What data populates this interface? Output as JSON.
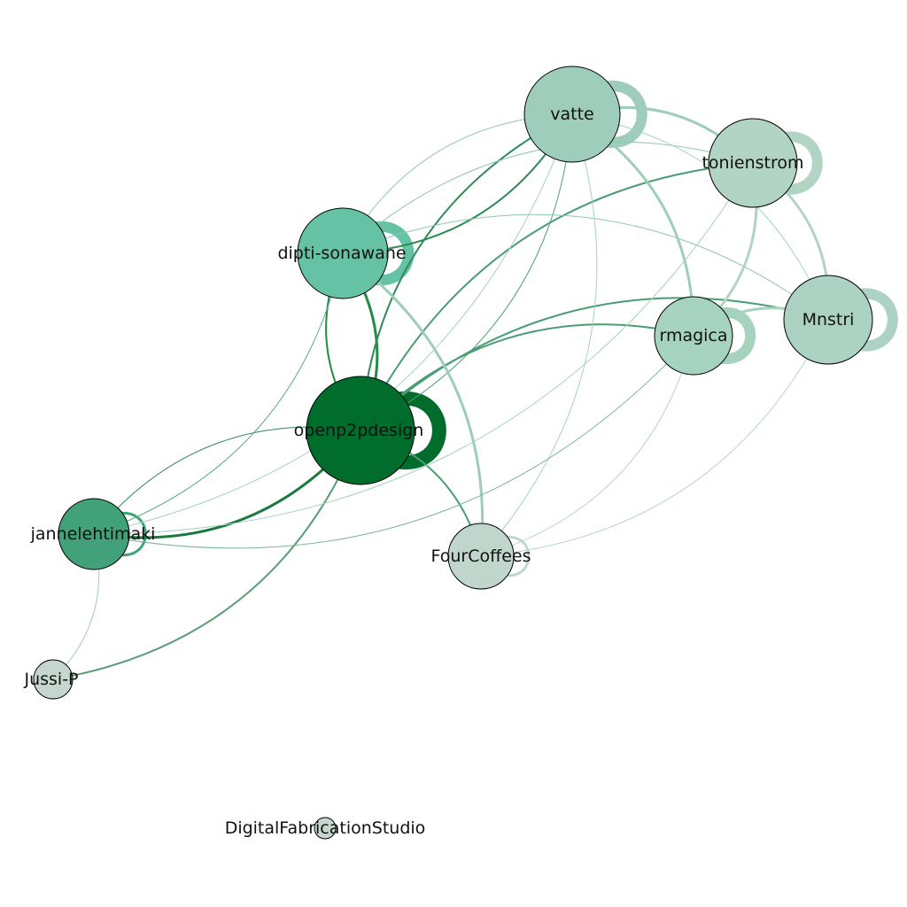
{
  "graph": {
    "type": "network",
    "nodes": [
      {
        "id": "openp2pdesign",
        "label": "openp2pdesign",
        "color": "#006d2c"
      },
      {
        "id": "vatte",
        "label": "vatte",
        "color": "#9fcdbb"
      },
      {
        "id": "tonienstrom",
        "label": "tonienstrom",
        "color": "#b2d4c4"
      },
      {
        "id": "dipti-sonawane",
        "label": "dipti-sonawane",
        "color": "#66c2a4"
      },
      {
        "id": "rmagica",
        "label": "rmagica",
        "color": "#a6d2c0"
      },
      {
        "id": "Mnstri",
        "label": "Mnstri",
        "color": "#acd2c3"
      },
      {
        "id": "jannelehtimaki",
        "label": "jannelehtimaki",
        "color": "#41a179"
      },
      {
        "id": "FourCoffees",
        "label": "FourCoffees",
        "color": "#c0d6cc"
      },
      {
        "id": "Jussi-P",
        "label": "Jussi-P",
        "color": "#c4d6cd"
      },
      {
        "id": "DigitalFabricationStudio",
        "label": "DigitalFabricationStudio",
        "color": "#c4d6cd"
      }
    ],
    "edges": [
      {
        "source": "openp2pdesign",
        "target": "openp2pdesign",
        "color": "#006d2c",
        "weight": 16
      },
      {
        "source": "vatte",
        "target": "vatte",
        "color": "#9fcdbb",
        "weight": 12
      },
      {
        "source": "tonienstrom",
        "target": "tonienstrom",
        "color": "#b2d4c4",
        "weight": 12
      },
      {
        "source": "dipti-sonawane",
        "target": "dipti-sonawane",
        "color": "#66c2a4",
        "weight": 12
      },
      {
        "source": "rmagica",
        "target": "rmagica",
        "color": "#a6d2c0",
        "weight": 12
      },
      {
        "source": "Mnstri",
        "target": "Mnstri",
        "color": "#acd2c3",
        "weight": 12
      },
      {
        "source": "jannelehtimaki",
        "target": "jannelehtimaki",
        "color": "#41a179",
        "weight": 3
      },
      {
        "source": "FourCoffees",
        "target": "FourCoffees",
        "color": "#c0d6cc",
        "weight": 3
      },
      {
        "source": "dipti-sonawane",
        "target": "openp2pdesign",
        "color": "#238b45",
        "weight": 3
      },
      {
        "source": "openp2pdesign",
        "target": "dipti-sonawane",
        "color": "#238b45",
        "weight": 2
      },
      {
        "source": "openp2pdesign",
        "target": "vatte",
        "color": "#2e8b57",
        "weight": 2
      },
      {
        "source": "openp2pdesign",
        "target": "tonienstrom",
        "color": "#4a9d73",
        "weight": 2
      },
      {
        "source": "openp2pdesign",
        "target": "rmagica",
        "color": "#4a9d73",
        "weight": 2
      },
      {
        "source": "openp2pdesign",
        "target": "Mnstri",
        "color": "#4a9d73",
        "weight": 2
      },
      {
        "source": "openp2pdesign",
        "target": "FourCoffees",
        "color": "#4a9d73",
        "weight": 2
      },
      {
        "source": "openp2pdesign",
        "target": "jannelehtimaki",
        "color": "#1a7a3d",
        "weight": 3
      },
      {
        "source": "jannelehtimaki",
        "target": "openp2pdesign",
        "color": "#2e8b57",
        "weight": 1
      },
      {
        "source": "openp2pdesign",
        "target": "Jussi-P",
        "color": "#5a9e77",
        "weight": 2
      },
      {
        "source": "vatte",
        "target": "openp2pdesign",
        "color": "#4a9d73",
        "weight": 1
      },
      {
        "source": "vatte",
        "target": "dipti-sonawane",
        "color": "#2e8b57",
        "weight": 2
      },
      {
        "source": "dipti-sonawane",
        "target": "vatte",
        "color": "#8fc7b0",
        "weight": 1
      },
      {
        "source": "dipti-sonawane",
        "target": "tonienstrom",
        "color": "#8fc7b0",
        "weight": 1
      },
      {
        "source": "dipti-sonawane",
        "target": "FourCoffees",
        "color": "#9fcdbb",
        "weight": 3
      },
      {
        "source": "dipti-sonawane",
        "target": "Mnstri",
        "color": "#8fc7b0",
        "weight": 1
      },
      {
        "source": "dipti-sonawane",
        "target": "jannelehtimaki",
        "color": "#5aa982",
        "weight": 1
      },
      {
        "source": "vatte",
        "target": "tonienstrom",
        "color": "#9fcdbb",
        "weight": 3
      },
      {
        "source": "vatte",
        "target": "rmagica",
        "color": "#9fcdbb",
        "weight": 3
      },
      {
        "source": "vatte",
        "target": "Mnstri",
        "color": "#a6d2c0",
        "weight": 1
      },
      {
        "source": "vatte",
        "target": "FourCoffees",
        "color": "#a6d2c0",
        "weight": 1
      },
      {
        "source": "vatte",
        "target": "jannelehtimaki",
        "color": "#a6d2c0",
        "weight": 1
      },
      {
        "source": "tonienstrom",
        "target": "rmagica",
        "color": "#b2d4c4",
        "weight": 3
      },
      {
        "source": "tonienstrom",
        "target": "Mnstri",
        "color": "#b2d4c4",
        "weight": 3
      },
      {
        "source": "tonienstrom",
        "target": "jannelehtimaki",
        "color": "#a6d2c0",
        "weight": 1
      },
      {
        "source": "rmagica",
        "target": "Mnstri",
        "color": "#a6d2c0",
        "weight": 3
      },
      {
        "source": "rmagica",
        "target": "FourCoffees",
        "color": "#b8d6c8",
        "weight": 1
      },
      {
        "source": "rmagica",
        "target": "jannelehtimaki",
        "color": "#7ab596",
        "weight": 1
      },
      {
        "source": "Mnstri",
        "target": "FourCoffees",
        "color": "#b8d6c8",
        "weight": 1
      },
      {
        "source": "jannelehtimaki",
        "target": "Jussi-P",
        "color": "#9fcdbb",
        "weight": 1
      }
    ]
  }
}
